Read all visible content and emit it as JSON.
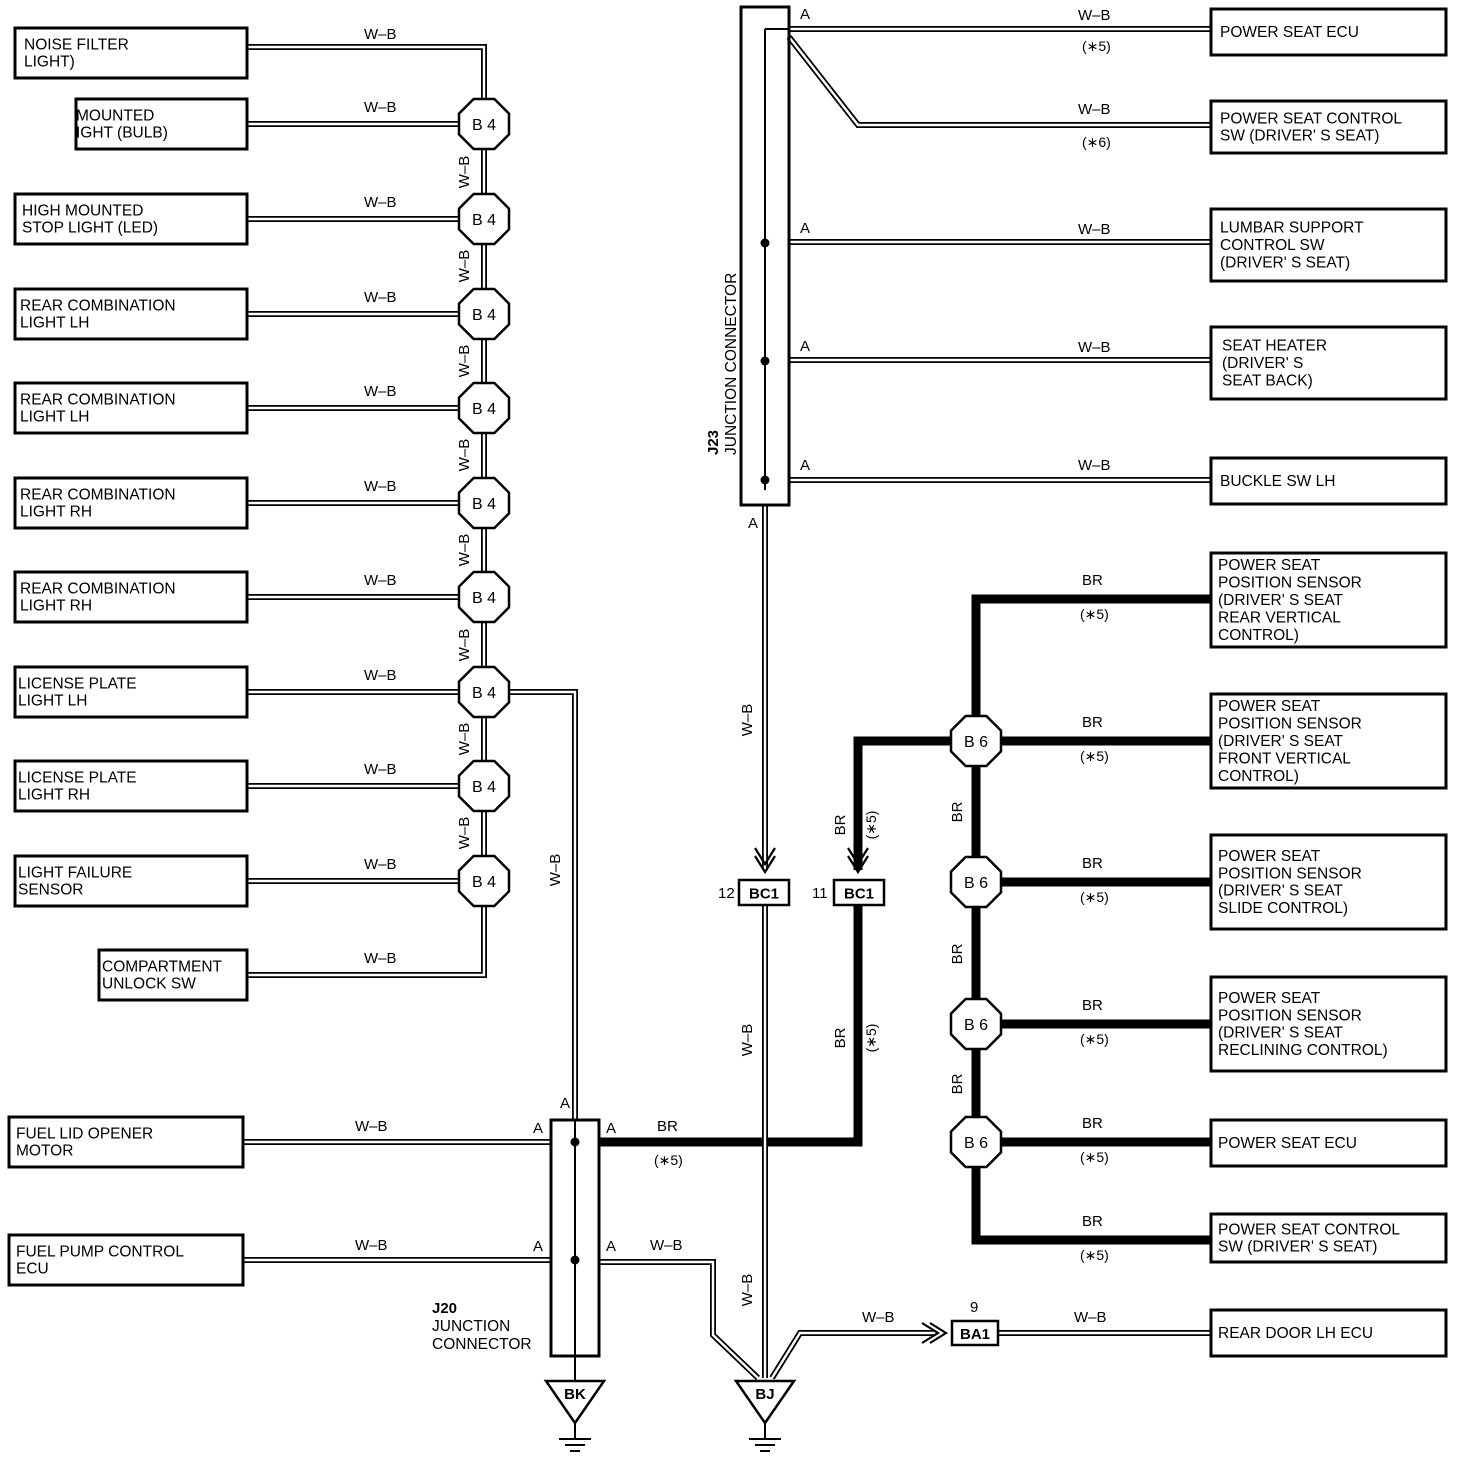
{
  "wire_colors": {
    "wb": "W–B",
    "br": "BR"
  },
  "notes": {
    "n5": "(∗5)",
    "n6": "(∗6)"
  },
  "connectors": {
    "b4": "B 4",
    "b6": "B 6",
    "bc1": "BC1",
    "ba1": "BA1"
  },
  "pins": {
    "a": "A",
    "bc1_12": "12",
    "bc1_11": "11",
    "ba1_9": "9"
  },
  "grounds": {
    "bk": "BK",
    "bj": "BJ"
  },
  "j20": {
    "code": "J20",
    "line1": "JUNCTION",
    "line2": "CONNECTOR"
  },
  "j23": {
    "code": "J23",
    "line1": "JUNCTION CONNECTOR"
  },
  "left_components": [
    {
      "lines": [
        "NOISE FILTER",
        "LIGHT)"
      ]
    },
    {
      "lines": [
        "MOUNTED",
        "IGHT (BULB)"
      ]
    },
    {
      "lines": [
        "HIGH MOUNTED",
        "STOP LIGHT (LED)"
      ]
    },
    {
      "lines": [
        "REAR COMBINATION",
        "LIGHT LH"
      ]
    },
    {
      "lines": [
        "REAR COMBINATION",
        "LIGHT LH"
      ]
    },
    {
      "lines": [
        "REAR COMBINATION",
        "LIGHT RH"
      ]
    },
    {
      "lines": [
        "REAR COMBINATION",
        "LIGHT RH"
      ]
    },
    {
      "lines": [
        "LICENSE PLATE",
        "LIGHT LH"
      ]
    },
    {
      "lines": [
        "LICENSE PLATE",
        "LIGHT RH"
      ]
    },
    {
      "lines": [
        "LIGHT FAILURE",
        "SENSOR"
      ]
    },
    {
      "lines": [
        "COMPARTMENT",
        "UNLOCK SW"
      ]
    },
    {
      "lines": [
        "FUEL LID OPENER",
        "MOTOR"
      ]
    },
    {
      "lines": [
        "FUEL PUMP CONTROL",
        "ECU"
      ]
    }
  ],
  "right_components": [
    {
      "lines": [
        "POWER SEAT ECU"
      ]
    },
    {
      "lines": [
        "POWER SEAT CONTROL",
        "SW (DRIVER' S SEAT)"
      ]
    },
    {
      "lines": [
        "LUMBAR SUPPORT",
        "CONTROL SW",
        "(DRIVER' S SEAT)"
      ]
    },
    {
      "lines": [
        "SEAT HEATER",
        "(DRIVER' S",
        "SEAT BACK)"
      ]
    },
    {
      "lines": [
        "BUCKLE SW LH"
      ]
    },
    {
      "lines": [
        "POWER SEAT",
        "POSITION SENSOR",
        "(DRIVER' S SEAT",
        "REAR VERTICAL",
        "CONTROL)"
      ]
    },
    {
      "lines": [
        "POWER SEAT",
        "POSITION SENSOR",
        "(DRIVER' S SEAT",
        "FRONT VERTICAL",
        "CONTROL)"
      ]
    },
    {
      "lines": [
        "POWER SEAT",
        "POSITION SENSOR",
        "(DRIVER' S SEAT",
        "SLIDE CONTROL)"
      ]
    },
    {
      "lines": [
        "POWER SEAT",
        "POSITION SENSOR",
        "(DRIVER' S SEAT",
        "RECLINING CONTROL)"
      ]
    },
    {
      "lines": [
        "POWER SEAT ECU"
      ]
    },
    {
      "lines": [
        "POWER SEAT CONTROL",
        "SW (DRIVER' S SEAT)"
      ]
    },
    {
      "lines": [
        "REAR DOOR LH ECU"
      ]
    }
  ]
}
